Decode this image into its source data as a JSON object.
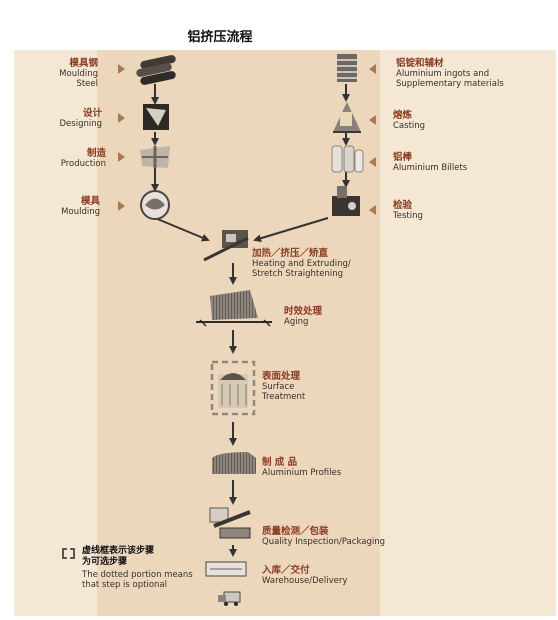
{
  "title": "铝挤压流程",
  "left_steps": [
    {
      "zh": "模具钢",
      "en": [
        "Moulding",
        "Steel"
      ],
      "icon": "steel-bars-icon"
    },
    {
      "zh": "设计",
      "en": [
        "Designing"
      ],
      "icon": "design-blueprint-icon"
    },
    {
      "zh": "制造",
      "en": [
        "Production"
      ],
      "icon": "machining-icon"
    },
    {
      "zh": "模具",
      "en": [
        "Moulding"
      ],
      "icon": "die-mould-icon"
    }
  ],
  "right_steps": [
    {
      "zh": "铝锭和辅材",
      "en": [
        "Aluminium ingots and",
        "Supplementary materials"
      ],
      "icon": "ingot-stack-icon"
    },
    {
      "zh": "熔炼",
      "en": [
        "Casting"
      ],
      "icon": "furnace-icon"
    },
    {
      "zh": "铝棒",
      "en": [
        "Aluminium Billets"
      ],
      "icon": "billet-icon"
    },
    {
      "zh": "检验",
      "en": [
        "Testing"
      ],
      "icon": "testing-device-icon"
    }
  ],
  "center_steps": [
    {
      "zh": "加热／挤压／矫直",
      "en": [
        "Heating and Extruding/",
        "Stretch Straightening"
      ],
      "icon": "extrusion-press-icon"
    },
    {
      "zh": "时效处理",
      "en": [
        "Aging"
      ],
      "icon": "aging-oven-icon"
    },
    {
      "zh": "表面处理",
      "en": [
        "Surface",
        "Treatment"
      ],
      "icon": "surface-treatment-icon"
    },
    {
      "zh": "制 成 品",
      "en": [
        "Aluminium Profiles"
      ],
      "icon": "profile-bundle-icon"
    },
    {
      "zh": "质量检测／包装",
      "en": [
        "Quality Inspection/Packaging"
      ],
      "icon": "packaging-icon"
    },
    {
      "zh": "入库／交付",
      "en": [
        "Warehouse/Delivery"
      ],
      "icon": "delivery-truck-icon"
    }
  ],
  "note": {
    "zh": "虚线框表示该步骤\n为可选步骤",
    "en": "The dotted portion means\nthat step is optional"
  },
  "colors": {
    "panel": "#f4e7d4",
    "band": "#ecd7bd",
    "accent": "#a87a52",
    "label_zh": "#8a3c22",
    "arrow": "#333333"
  }
}
